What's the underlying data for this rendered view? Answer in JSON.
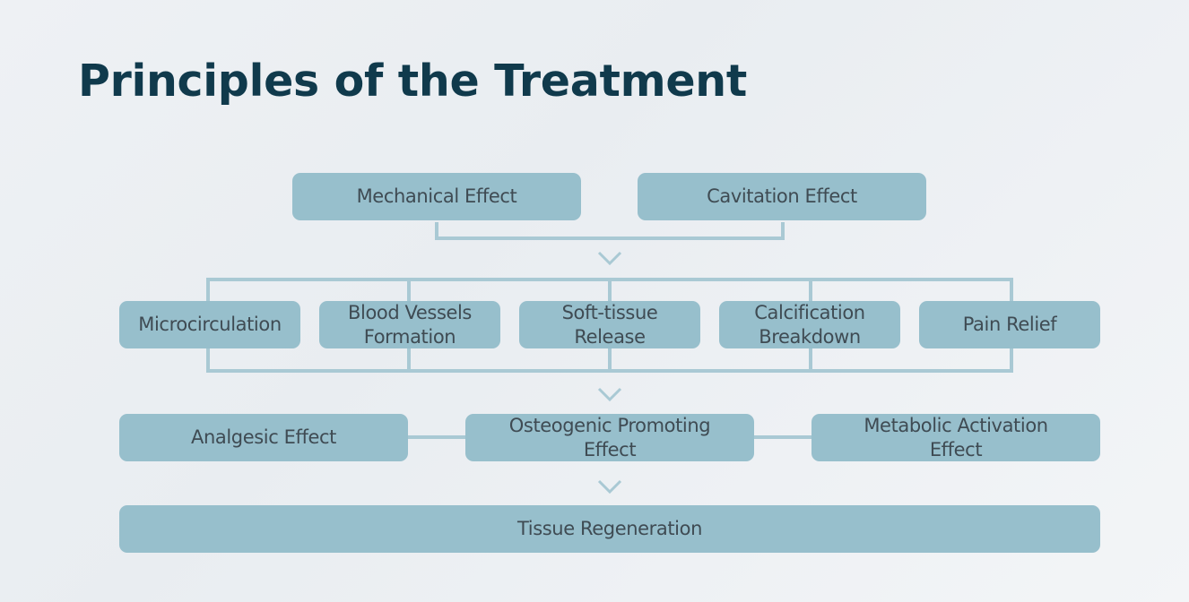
{
  "slide": {
    "title": "Principles of the Treatment"
  },
  "diagram": {
    "sources": [
      "Mechanical Effect",
      "Cavitation Effect"
    ],
    "mechanisms": [
      "Microcirculation",
      "Blood Vessels\nFormation",
      "Soft-tissue\nRelease",
      "Calcification\nBreakdown",
      "Pain Relief"
    ],
    "effects": [
      "Analgesic Effect",
      "Osteogenic Promoting\nEffect",
      "Metabolic Activation\nEffect"
    ],
    "outcome": "Tissue Regeneration"
  },
  "colors": {
    "box_fill": "#97bfcc",
    "connector": "#a9c9d4",
    "text": "#3f4b53",
    "title": "#103a4c"
  }
}
